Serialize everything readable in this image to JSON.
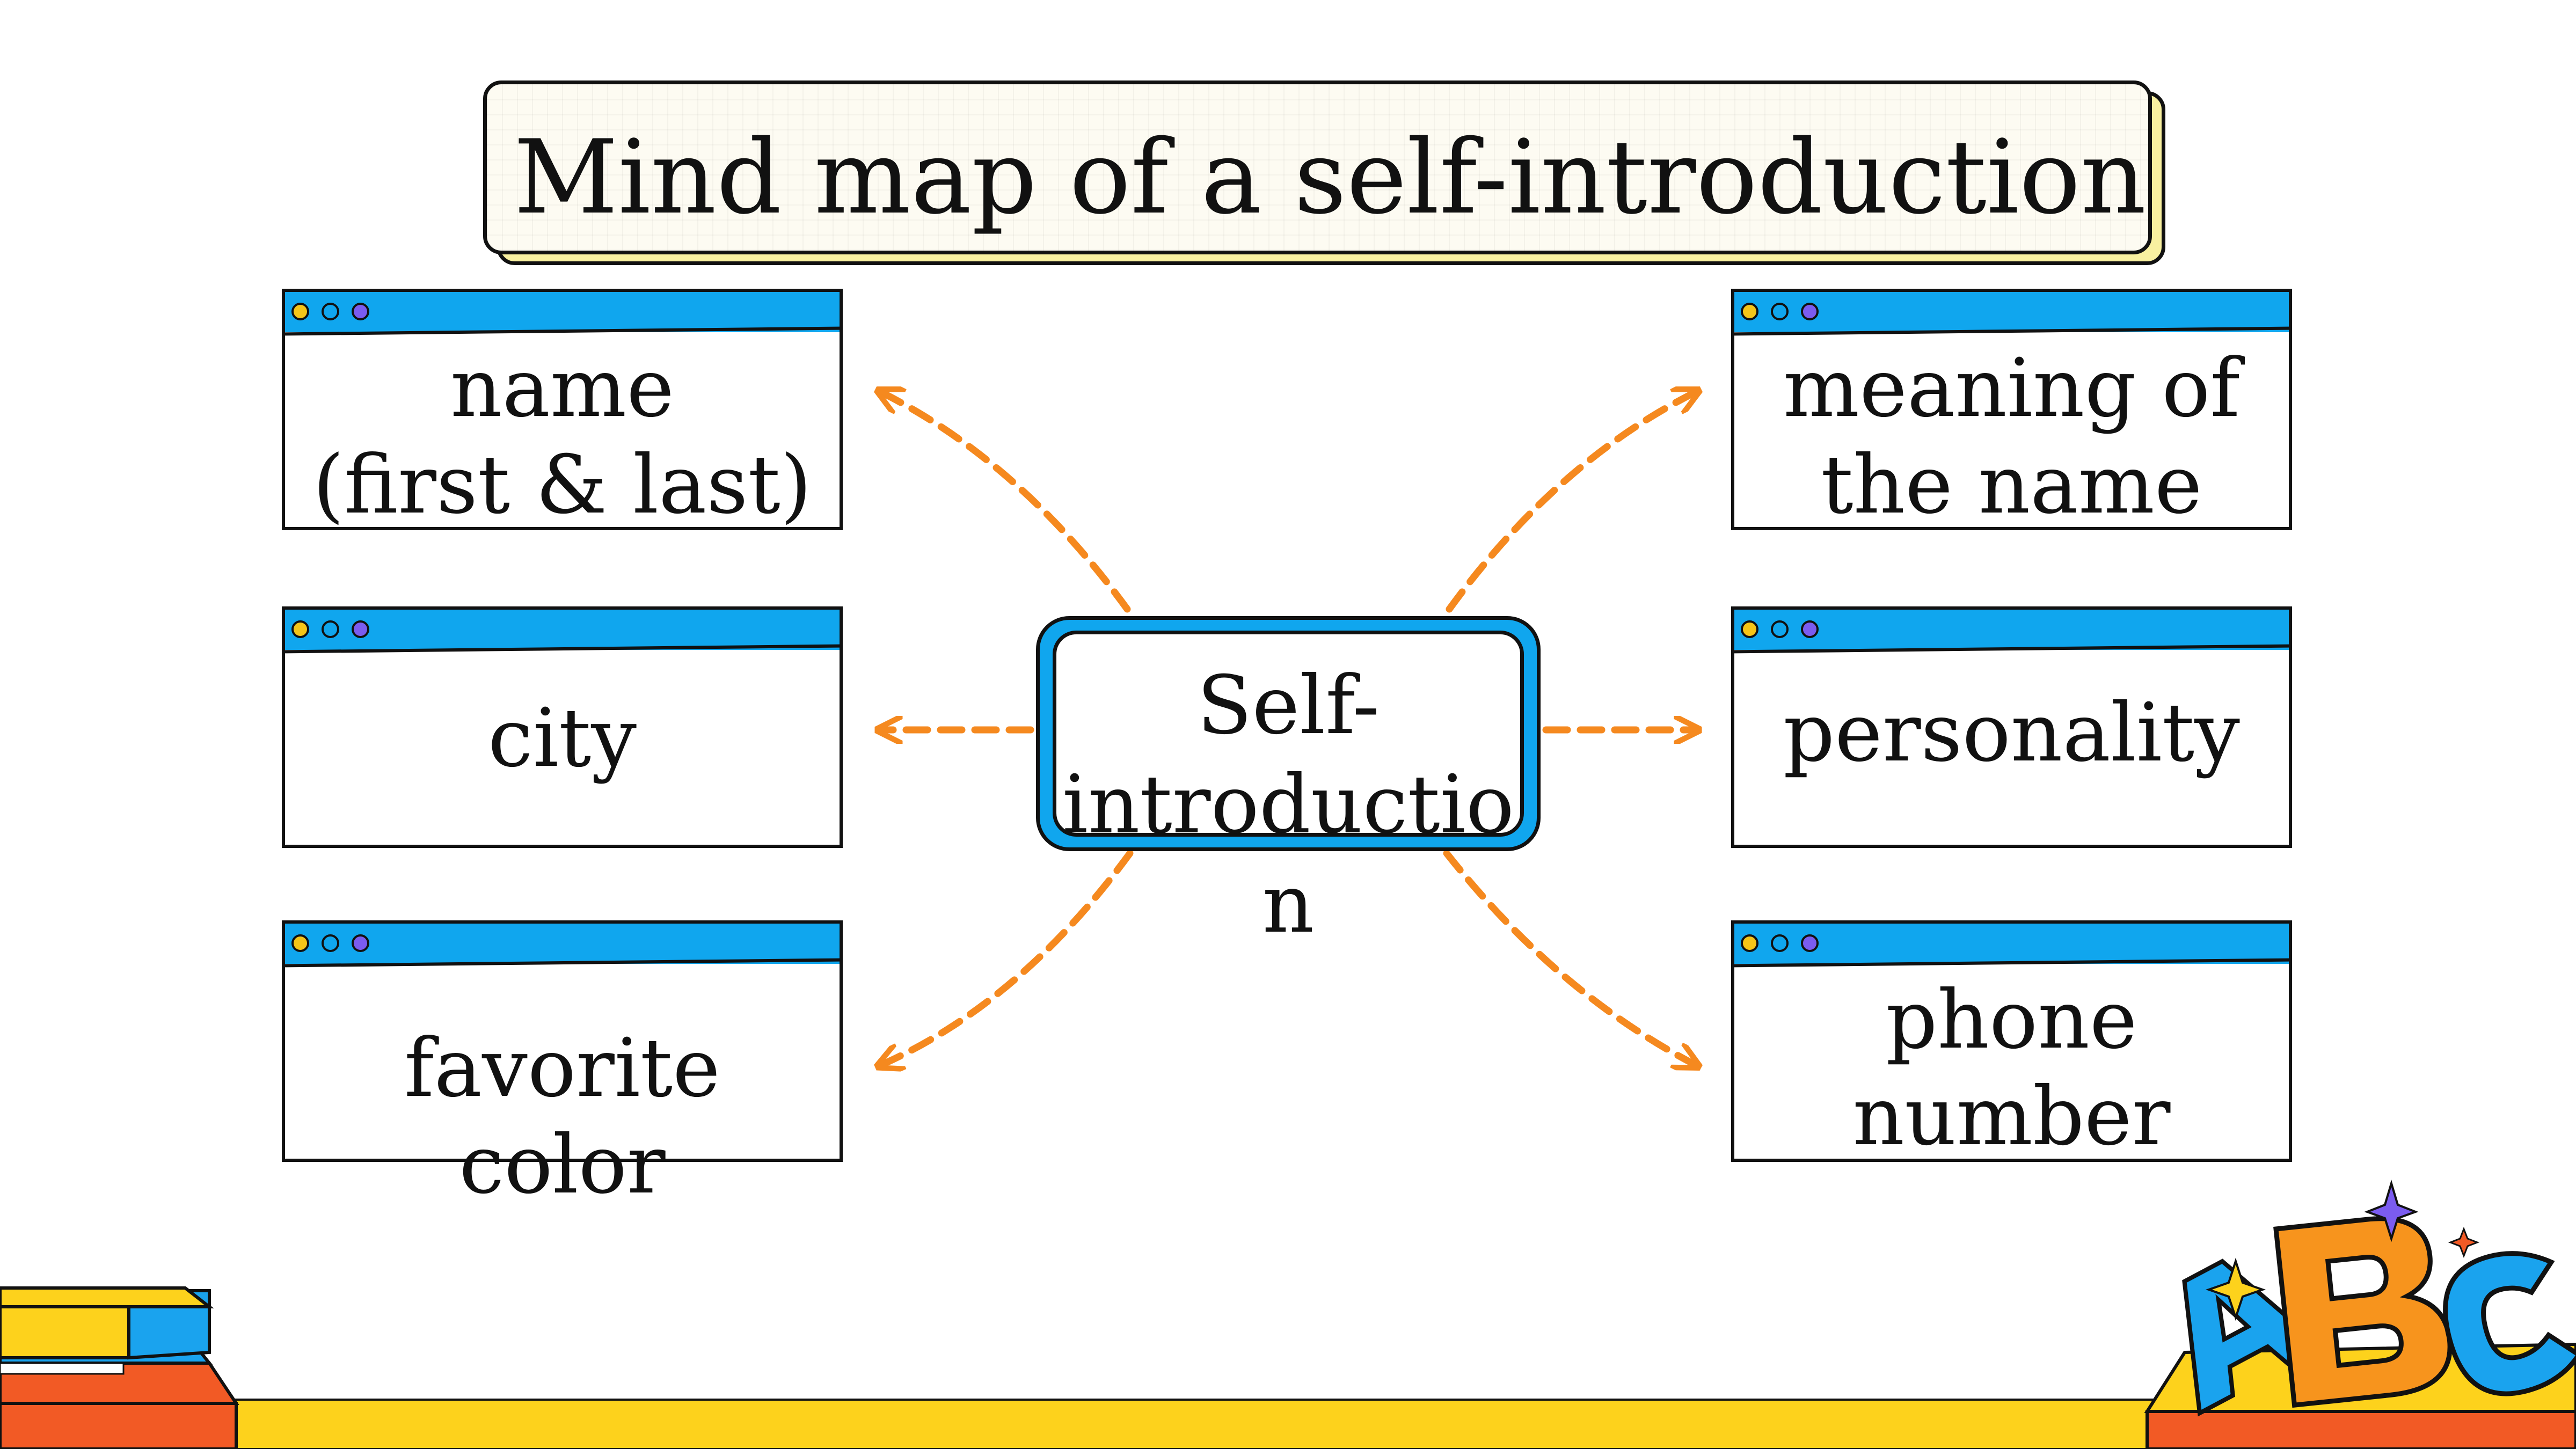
{
  "title": "Mind map of a self-introduction",
  "center": {
    "lines": [
      "Self-",
      "introductio",
      "n"
    ]
  },
  "nodes": {
    "name": {
      "lines": [
        "name",
        "(first & last)"
      ]
    },
    "city": {
      "lines": [
        "city"
      ]
    },
    "favorite_color": {
      "lines": [
        "favorite",
        "color"
      ]
    },
    "meaning": {
      "lines": [
        "meaning of",
        "the name"
      ]
    },
    "personality": {
      "lines": [
        "personality"
      ]
    },
    "phone": {
      "lines": [
        "phone",
        "number"
      ]
    }
  },
  "colors": {
    "accent_blue": "#10a6ee",
    "arrow_orange": "#f5891f",
    "dot_yellow": "#f5c518",
    "dot_purple": "#7b5cf0",
    "floor_yellow": "#fdd21c",
    "letter_orange": "#f7941d"
  },
  "decorations": {
    "letters": [
      "A",
      "B",
      "C"
    ]
  }
}
